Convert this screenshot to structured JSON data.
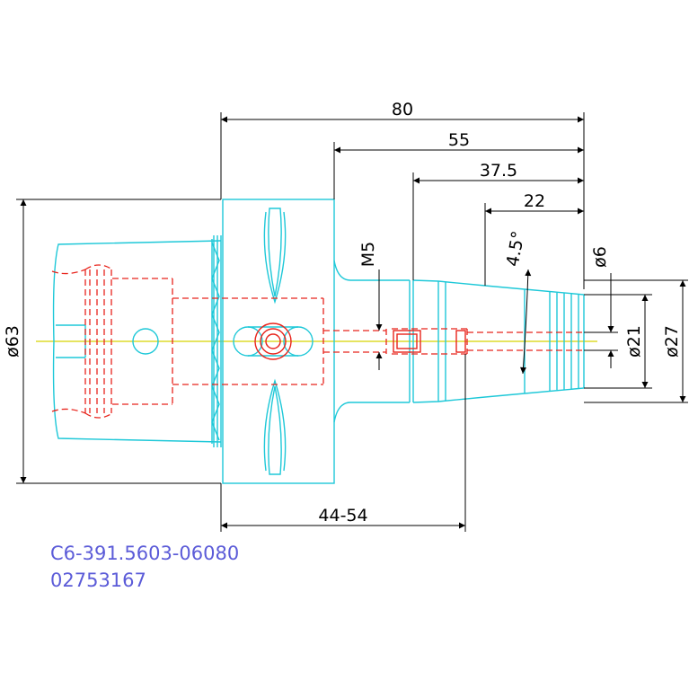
{
  "colors": {
    "outline": "#1ec8d8",
    "hidden": "#e8241c",
    "center": "#d8d400",
    "dimension": "#000000",
    "part_text": "#5b5bd8"
  },
  "dimensions": {
    "overall_length": "80",
    "length_55": "55",
    "length_37_5": "37.5",
    "length_22": "22",
    "taper_angle": "4.5°",
    "thread": "M5",
    "bore_diameter": "ø6",
    "diameter_21": "ø21",
    "diameter_27": "ø27",
    "flange_diameter": "ø63",
    "clamping_range": "44-54"
  },
  "part": {
    "number": "C6-391.5603-06080",
    "code": "02753167"
  }
}
